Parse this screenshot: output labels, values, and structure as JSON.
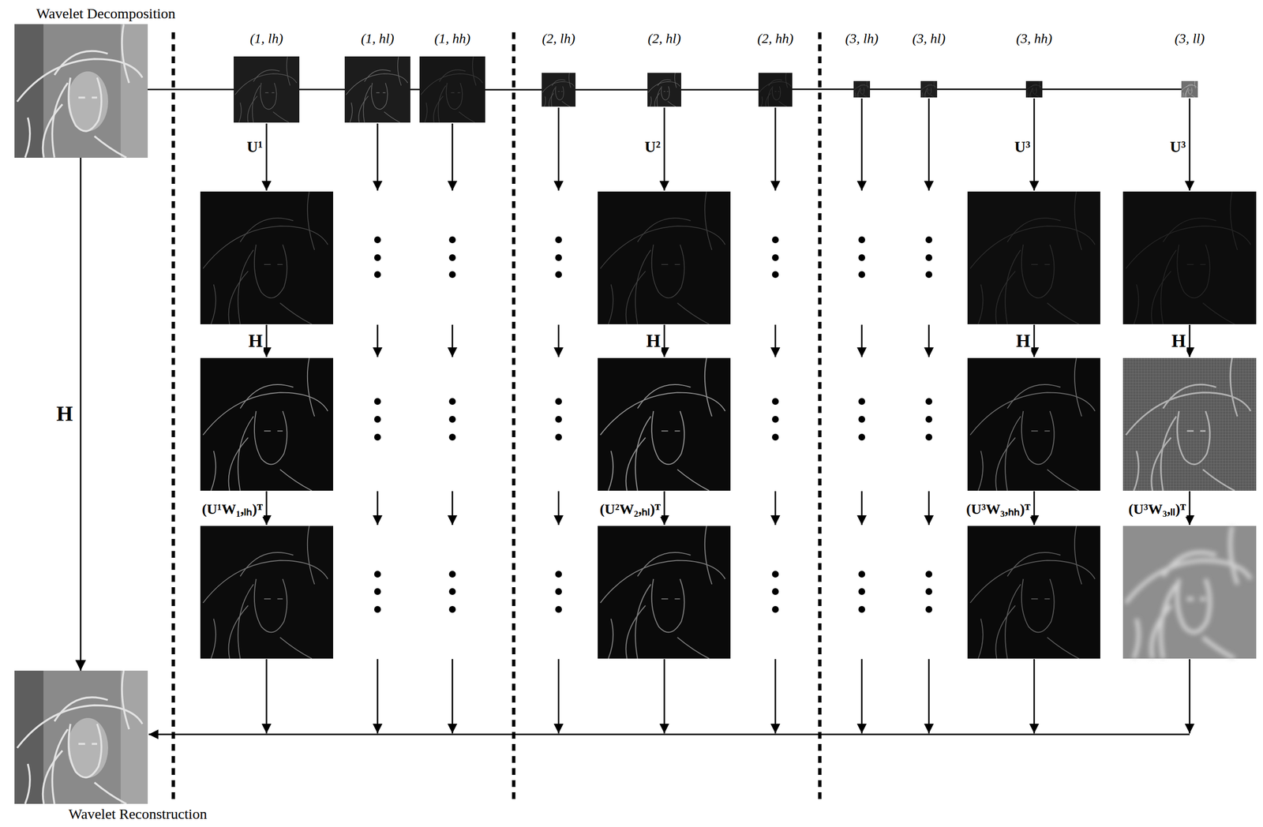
{
  "diagram": {
    "nodes": [
      {
        "text": [
          "Wavelet Decomposition"
        ]
      },
      {
        "text": [
          "(1, lh)"
        ]
      },
      {
        "text": [
          "(1, hl)"
        ]
      },
      {
        "text": [
          "(1, hh)"
        ]
      },
      {
        "text": [
          "(2, lh)"
        ]
      },
      {
        "text": [
          "(2, hl)"
        ]
      },
      {
        "text": [
          "(2, hh)"
        ]
      },
      {
        "text": [
          "(3, lh)"
        ]
      },
      {
        "text": [
          "(3, hl)"
        ]
      },
      {
        "text": [
          "(3, hh)"
        ]
      },
      {
        "text": [
          "(3, ll)"
        ]
      },
      {
        "text": [
          "Wavelet Reconstruction"
        ]
      }
    ],
    "edges": [
      {
        "from": 0,
        "to": 1,
        "arrow": "none"
      },
      {
        "from": 1,
        "to": 2,
        "arrow": "none"
      },
      {
        "from": 2,
        "to": 3,
        "arrow": "none"
      },
      {
        "from": 3,
        "to": 4,
        "arrow": "none"
      },
      {
        "from": 4,
        "to": 5,
        "arrow": "none"
      },
      {
        "from": 5,
        "to": 6,
        "arrow": "none"
      },
      {
        "from": 6,
        "to": 7,
        "arrow": "none"
      },
      {
        "from": 7,
        "to": 8,
        "arrow": "none"
      },
      {
        "from": 8,
        "to": 9,
        "arrow": "none"
      },
      {
        "from": 9,
        "to": 10,
        "arrow": "none"
      },
      {
        "from": 0,
        "to": 11,
        "arrow": "to",
        "label": "H"
      }
    ],
    "labels": [
      "U¹",
      "U²",
      "U³",
      "U³",
      "H",
      "H",
      "H",
      "H",
      "(U¹W₁,ₗₕ)ᵀ",
      "(U²W₂,ₕₗ)ᵀ",
      "(U³W₃,ₕₕ)ᵀ",
      "(U³W₃,ₗₗ)ᵀ"
    ]
  }
}
